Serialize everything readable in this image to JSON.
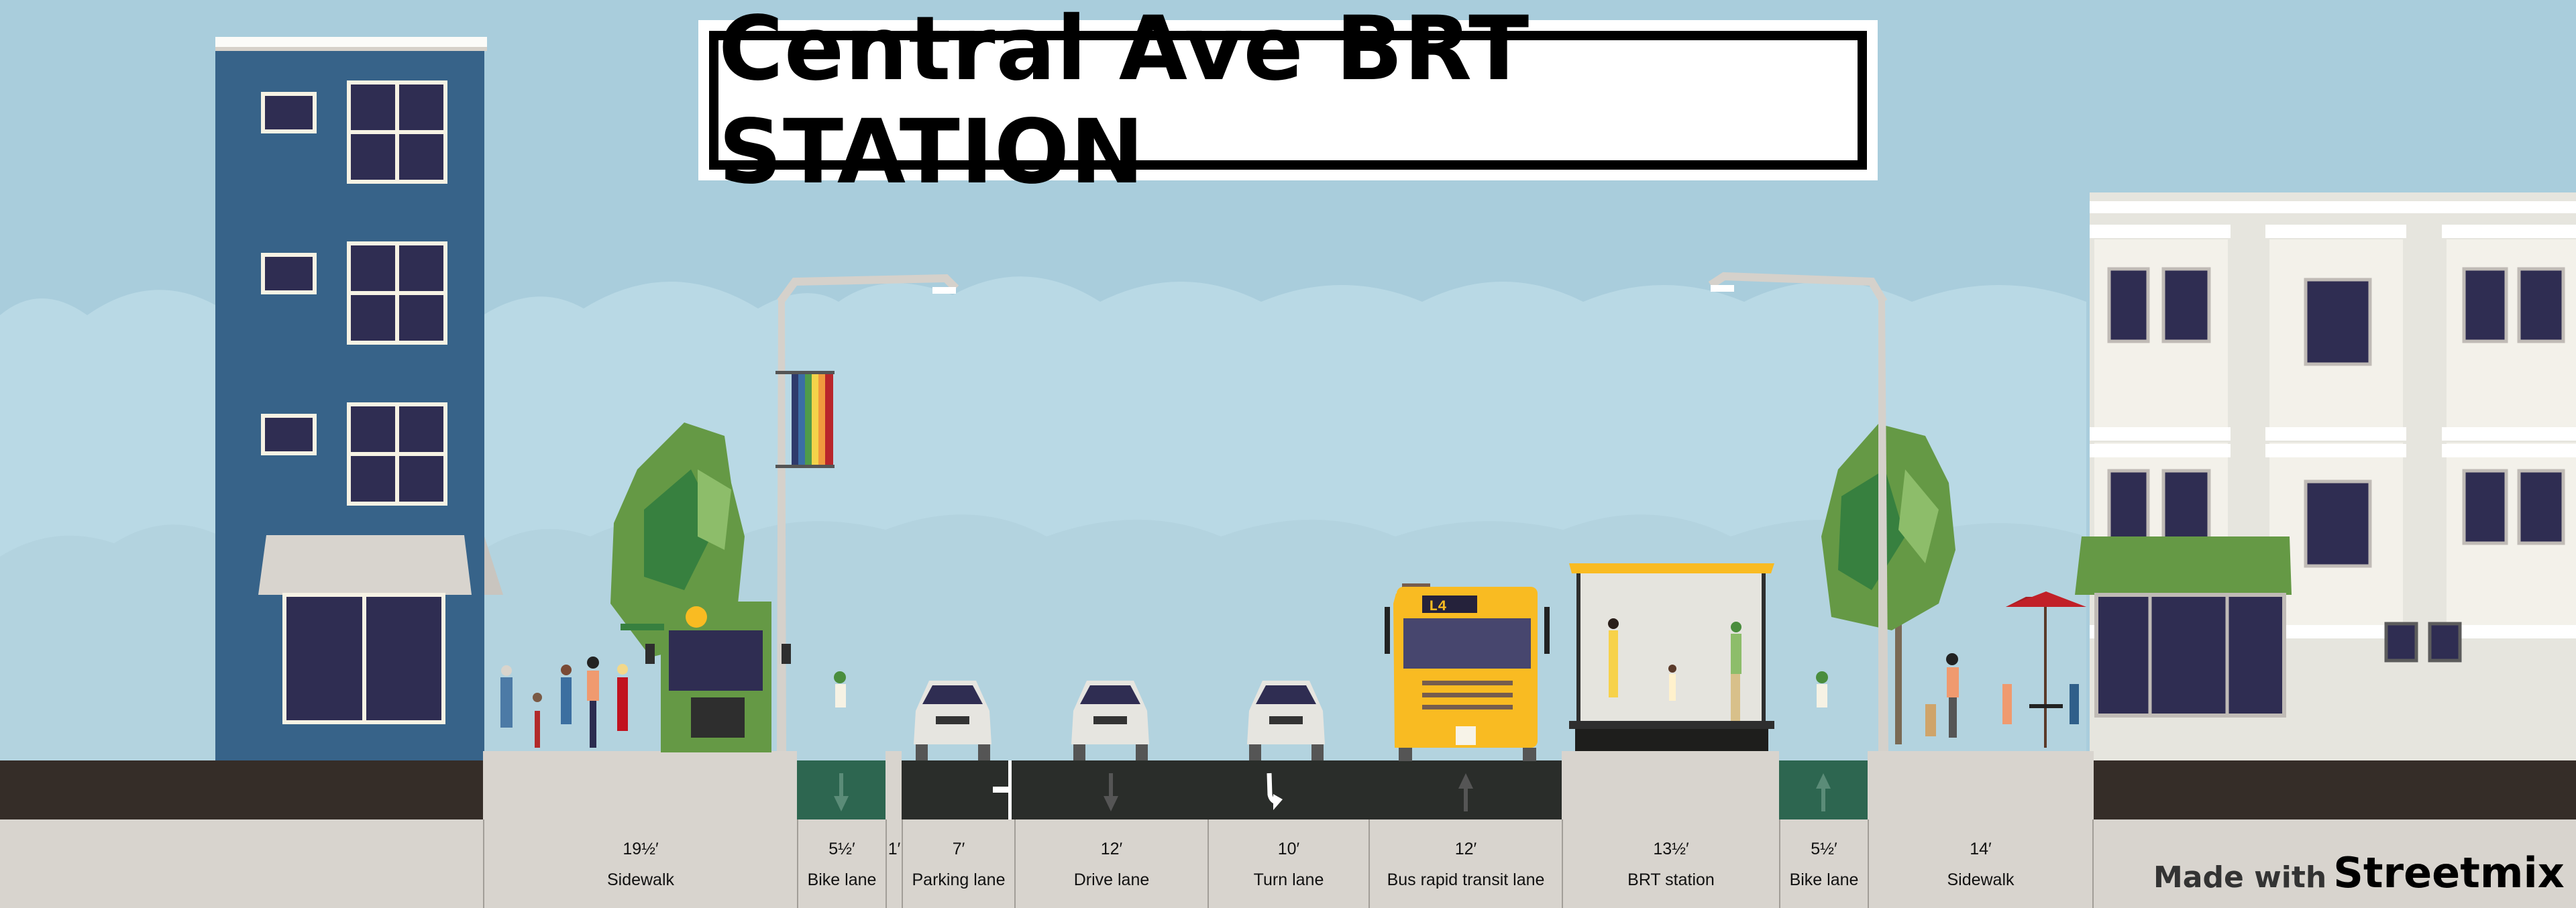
{
  "title": "Central Ave BRT STATION",
  "bus_route_sign": "L4",
  "segments": [
    {
      "width": "19½′",
      "label": "Sidewalk"
    },
    {
      "width": "5½′",
      "label": "Bike lane"
    },
    {
      "width": "1′",
      "label": ""
    },
    {
      "width": "7′",
      "label": "Parking lane"
    },
    {
      "width": "12′",
      "label": "Drive lane"
    },
    {
      "width": "10′",
      "label": "Turn lane"
    },
    {
      "width": "12′",
      "label": "Bus rapid transit lane"
    },
    {
      "width": "13½′",
      "label": "BRT station"
    },
    {
      "width": "5½′",
      "label": "Bike lane"
    },
    {
      "width": "14′",
      "label": "Sidewalk"
    }
  ],
  "credit": {
    "prefix": "Made with",
    "brand": "Streetmix"
  },
  "colors": {
    "sky": "#a9cddc",
    "asphalt": "#2a2d2a",
    "bike_lane": "#2d6650",
    "sidewalk": "#d8d4ce",
    "left_building": "#376389",
    "bus": "#f9bb22",
    "awning_green": "#659945"
  }
}
